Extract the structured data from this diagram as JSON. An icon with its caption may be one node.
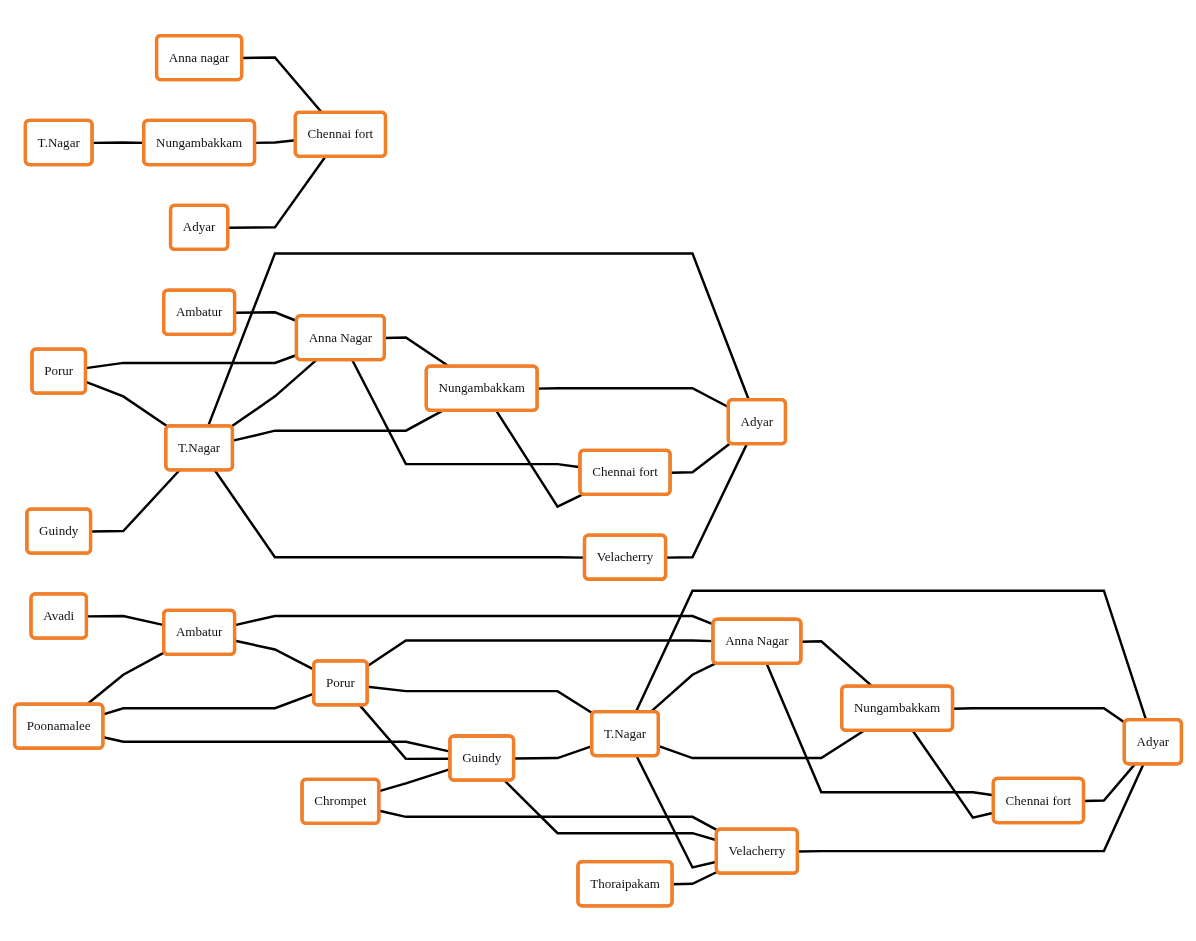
{
  "diagram": {
    "nodes": [
      {
        "text": [
          "Anna nagar"
        ]
      },
      {
        "text": [
          "T.Nagar"
        ]
      },
      {
        "text": [
          "Chennai fort"
        ]
      },
      {
        "text": [
          "Nungambakkam"
        ]
      },
      {
        "text": [
          "Adyar"
        ]
      },
      {
        "text": [
          "Ambatur"
        ]
      },
      {
        "text": [
          "Anna Nagar"
        ]
      },
      {
        "text": [
          "Porur"
        ]
      },
      {
        "text": [
          "T.Nagar"
        ]
      },
      {
        "text": [
          "Chennai fort"
        ]
      },
      {
        "text": [
          "Guindy"
        ]
      },
      {
        "text": [
          "Nungambakkam"
        ]
      },
      {
        "text": [
          "Adyar"
        ]
      },
      {
        "text": [
          "Velacherry"
        ]
      },
      {
        "text": [
          "Avadi"
        ]
      },
      {
        "text": [
          "Ambatur"
        ]
      },
      {
        "text": [
          "Poonamalee"
        ]
      },
      {
        "text": [
          "Porur"
        ]
      },
      {
        "text": [
          "Anna Nagar"
        ]
      },
      {
        "text": [
          "T.Nagar"
        ]
      },
      {
        "text": [
          "Chrompet"
        ]
      },
      {
        "text": [
          "Chennai fort"
        ]
      },
      {
        "text": [
          "Nungambakkam"
        ]
      },
      {
        "text": [
          "Guindy"
        ]
      },
      {
        "text": [
          "Adyar"
        ]
      },
      {
        "text": [
          "Velacherry"
        ]
      },
      {
        "text": [
          "Thoraipakam"
        ]
      }
    ],
    "edges": [
      {
        "from": 0,
        "to": 2,
        "arrow": "none"
      },
      {
        "from": 1,
        "to": 3,
        "arrow": "none"
      },
      {
        "from": 3,
        "to": 2,
        "arrow": "none"
      },
      {
        "from": 4,
        "to": 2,
        "arrow": "none"
      },
      {
        "from": 5,
        "to": 6,
        "arrow": "none"
      },
      {
        "from": 7,
        "to": 6,
        "arrow": "none"
      },
      {
        "from": 7,
        "to": 8,
        "arrow": "none"
      },
      {
        "from": 8,
        "to": 6,
        "arrow": "none"
      },
      {
        "from": 6,
        "to": 9,
        "arrow": "none"
      },
      {
        "from": 6,
        "to": 11,
        "arrow": "none"
      },
      {
        "from": 8,
        "to": 11,
        "arrow": "none"
      },
      {
        "from": 11,
        "to": 9,
        "arrow": "none"
      },
      {
        "from": 10,
        "to": 8,
        "arrow": "none"
      },
      {
        "from": 8,
        "to": 13,
        "arrow": "none"
      },
      {
        "from": 8,
        "to": 12,
        "arrow": "none"
      },
      {
        "from": 11,
        "to": 12,
        "arrow": "none"
      },
      {
        "from": 9,
        "to": 12,
        "arrow": "none"
      },
      {
        "from": 13,
        "to": 12,
        "arrow": "none"
      },
      {
        "from": 14,
        "to": 15,
        "arrow": "none"
      },
      {
        "from": 15,
        "to": 18,
        "arrow": "none"
      },
      {
        "from": 16,
        "to": 15,
        "arrow": "none"
      },
      {
        "from": 15,
        "to": 17,
        "arrow": "none"
      },
      {
        "from": 16,
        "to": 17,
        "arrow": "none"
      },
      {
        "from": 16,
        "to": 23,
        "arrow": "none"
      },
      {
        "from": 17,
        "to": 18,
        "arrow": "none"
      },
      {
        "from": 17,
        "to": 19,
        "arrow": "none"
      },
      {
        "from": 17,
        "to": 23,
        "arrow": "none"
      },
      {
        "from": 19,
        "to": 18,
        "arrow": "none"
      },
      {
        "from": 18,
        "to": 22,
        "arrow": "none"
      },
      {
        "from": 18,
        "to": 21,
        "arrow": "none"
      },
      {
        "from": 19,
        "to": 22,
        "arrow": "none"
      },
      {
        "from": 22,
        "to": 21,
        "arrow": "none"
      },
      {
        "from": 20,
        "to": 23,
        "arrow": "none"
      },
      {
        "from": 20,
        "to": 25,
        "arrow": "none"
      },
      {
        "from": 23,
        "to": 19,
        "arrow": "none"
      },
      {
        "from": 23,
        "to": 25,
        "arrow": "none"
      },
      {
        "from": 19,
        "to": 25,
        "arrow": "none"
      },
      {
        "from": 19,
        "to": 24,
        "arrow": "none"
      },
      {
        "from": 22,
        "to": 24,
        "arrow": "none"
      },
      {
        "from": 21,
        "to": 24,
        "arrow": "none"
      },
      {
        "from": 25,
        "to": 24,
        "arrow": "none"
      },
      {
        "from": 26,
        "to": 25,
        "arrow": "none"
      }
    ]
  }
}
